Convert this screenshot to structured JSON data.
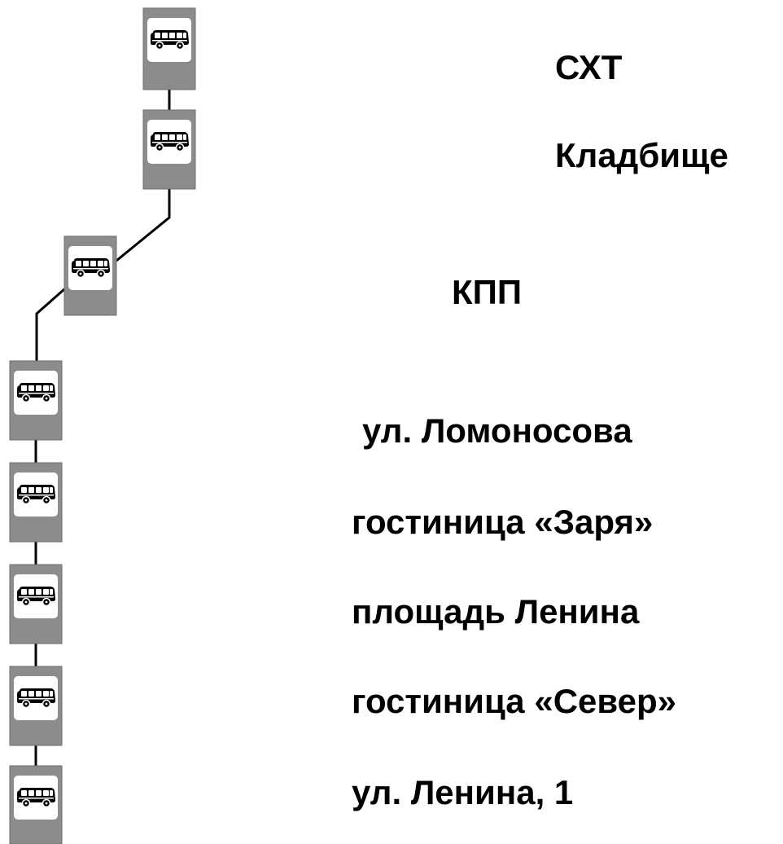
{
  "route": {
    "stops": [
      {
        "label": "СХТ",
        "icon": "bus-icon"
      },
      {
        "label": "Кладбище",
        "icon": "bus-icon"
      },
      {
        "label": "КПП",
        "icon": "bus-icon"
      },
      {
        "label": "ул. Ломоносова",
        "icon": "bus-icon"
      },
      {
        "label": "гостиница «Заря»",
        "icon": "bus-icon"
      },
      {
        "label": "площадь Ленина",
        "icon": "bus-icon"
      },
      {
        "label": "гостиница «Север»",
        "icon": "bus-icon"
      },
      {
        "label": "ул. Ленина, 1",
        "icon": "bus-icon"
      }
    ]
  },
  "colors": {
    "sign_plate": "#8c8c8c",
    "sign_panel": "#ffffff",
    "line": "#000000",
    "text": "#000000"
  }
}
